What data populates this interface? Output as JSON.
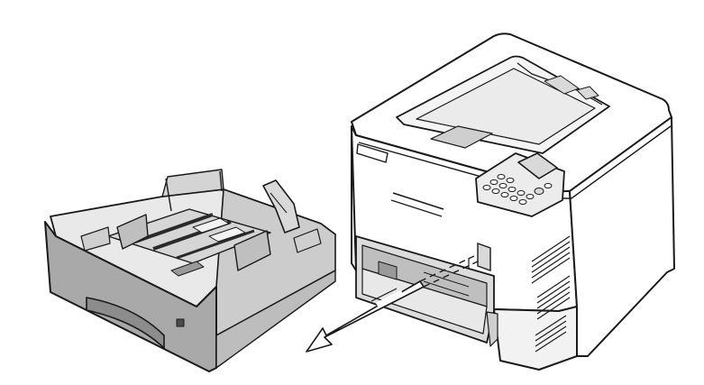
{
  "figure": {
    "subject": "printer-with-removed-paper-cassette",
    "parts": [
      "printer-body",
      "paper-cassette",
      "pull-direction-arrow",
      "operation-panel",
      "lcd-display",
      "output-tray",
      "cassette-opening"
    ],
    "icons": [
      "arrow-icon"
    ],
    "colors": {
      "outline": "#1a1a1a",
      "printer_body": "#ffffff",
      "shade_light": "#e6e6e6",
      "shade_mid": "#bfbfbf",
      "shade_dark": "#8c8c8c",
      "cassette_front": "#a9a9a9",
      "lcd": "#d9d9d9",
      "background": "#ffffff"
    }
  }
}
